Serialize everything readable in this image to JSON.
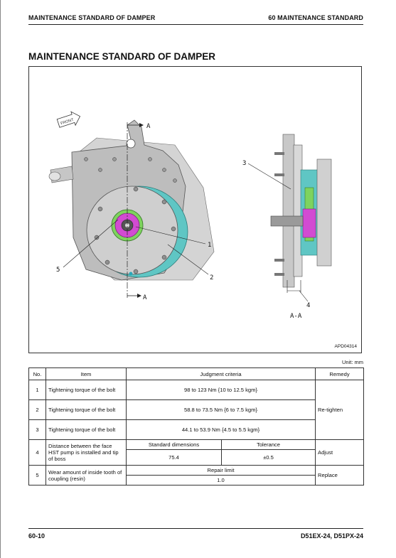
{
  "header": {
    "left": "MAINTENANCE STANDARD OF DAMPER",
    "right": "60 MAINTENANCE STANDARD"
  },
  "title": "MAINTENANCE STANDARD OF DAMPER",
  "figure": {
    "code": "APD04314",
    "front_label": "FRONT",
    "section_label": "A-A",
    "callouts": [
      "1",
      "2",
      "3",
      "4",
      "5"
    ],
    "section_marks": [
      "A",
      "A"
    ]
  },
  "unit": "Unit: mm",
  "table": {
    "headers": {
      "no": "No.",
      "item": "Item",
      "criteria": "Judgment criteria",
      "remedy": "Remedy"
    },
    "rows": [
      {
        "no": "1",
        "item": "Tightening torque of the bolt",
        "criteria": "98 to 123 Nm {10 to 12.5 kgm}"
      },
      {
        "no": "2",
        "item": "Tightening torque of the bolt",
        "criteria": "58.8 to 73.5 Nm {6 to 7.5 kgm}"
      },
      {
        "no": "3",
        "item": "Tightening torque of the bolt",
        "criteria": "44.1 to 53.9 Nm {4.5 to 5.5 kgm}"
      },
      {
        "no": "4",
        "item": "Distance between the face HST pump is installed and tip of boss",
        "std_dim_label": "Standard dimensions",
        "tolerance_label": "Tolerance",
        "std_dim": "75.4",
        "tolerance": "±0.5",
        "remedy": "Adjust"
      },
      {
        "no": "5",
        "item": "Wear amount of inside tooth of coupling (resin)",
        "limit_label": "Repair limit",
        "limit": "1.0",
        "remedy": "Replace"
      }
    ],
    "remedy_1_3": "Re-tighten"
  },
  "footer": {
    "left": "60-10",
    "right": "D51EX-24, D51PX-24"
  },
  "colors": {
    "teal": "#5fc6c4",
    "magenta": "#d24bd2",
    "green": "#7ed35e",
    "gray": "#b8b8b8"
  }
}
